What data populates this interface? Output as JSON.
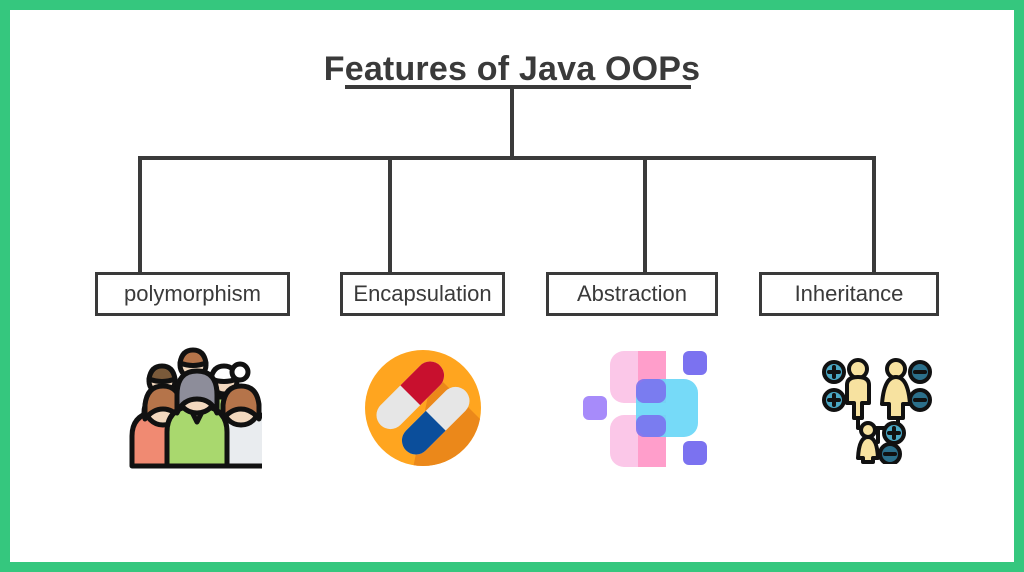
{
  "frame": {
    "border_color": "#35c77e",
    "background_color": "#ffffff",
    "line_color": "#3a3a3a"
  },
  "diagram": {
    "type": "tree",
    "title": "Features of Java OOPs",
    "title_underline": true,
    "root_label": "Features of Java OOPs",
    "branch_count": 4,
    "nodes": [
      {
        "label": "polymorphism",
        "icon": "group-of-people-icon",
        "icon_description": "five stylized people standing together",
        "icon_colors": [
          "#f08a72",
          "#a9d86e",
          "#e8e8e8",
          "#f3d9bf",
          "#9aa0a6"
        ]
      },
      {
        "label": "Encapsulation",
        "icon": "capsule-pills-icon",
        "icon_description": "two medicine capsules crossed on an orange circle",
        "icon_colors": [
          "#ffa51f",
          "#e8821a",
          "#c8102e",
          "#0b4e9b",
          "#ffffff",
          "#d9d9d9"
        ]
      },
      {
        "label": "Abstraction",
        "icon": "abstract-squares-icon",
        "icon_description": "overlapping rounded squares in pink, cyan and purple",
        "icon_colors": [
          "#fbc7e8",
          "#ff9ecb",
          "#6ad7f7",
          "#7b72f0",
          "#a78bfa"
        ]
      },
      {
        "label": "Inheritance",
        "icon": "family-genetics-icon",
        "icon_description": "family tree of two parents and a child with plus and minus badges",
        "icon_colors": [
          "#f7e2a0",
          "#4aa7c4",
          "#2b6f8a",
          "#1a1a1a"
        ]
      }
    ]
  }
}
